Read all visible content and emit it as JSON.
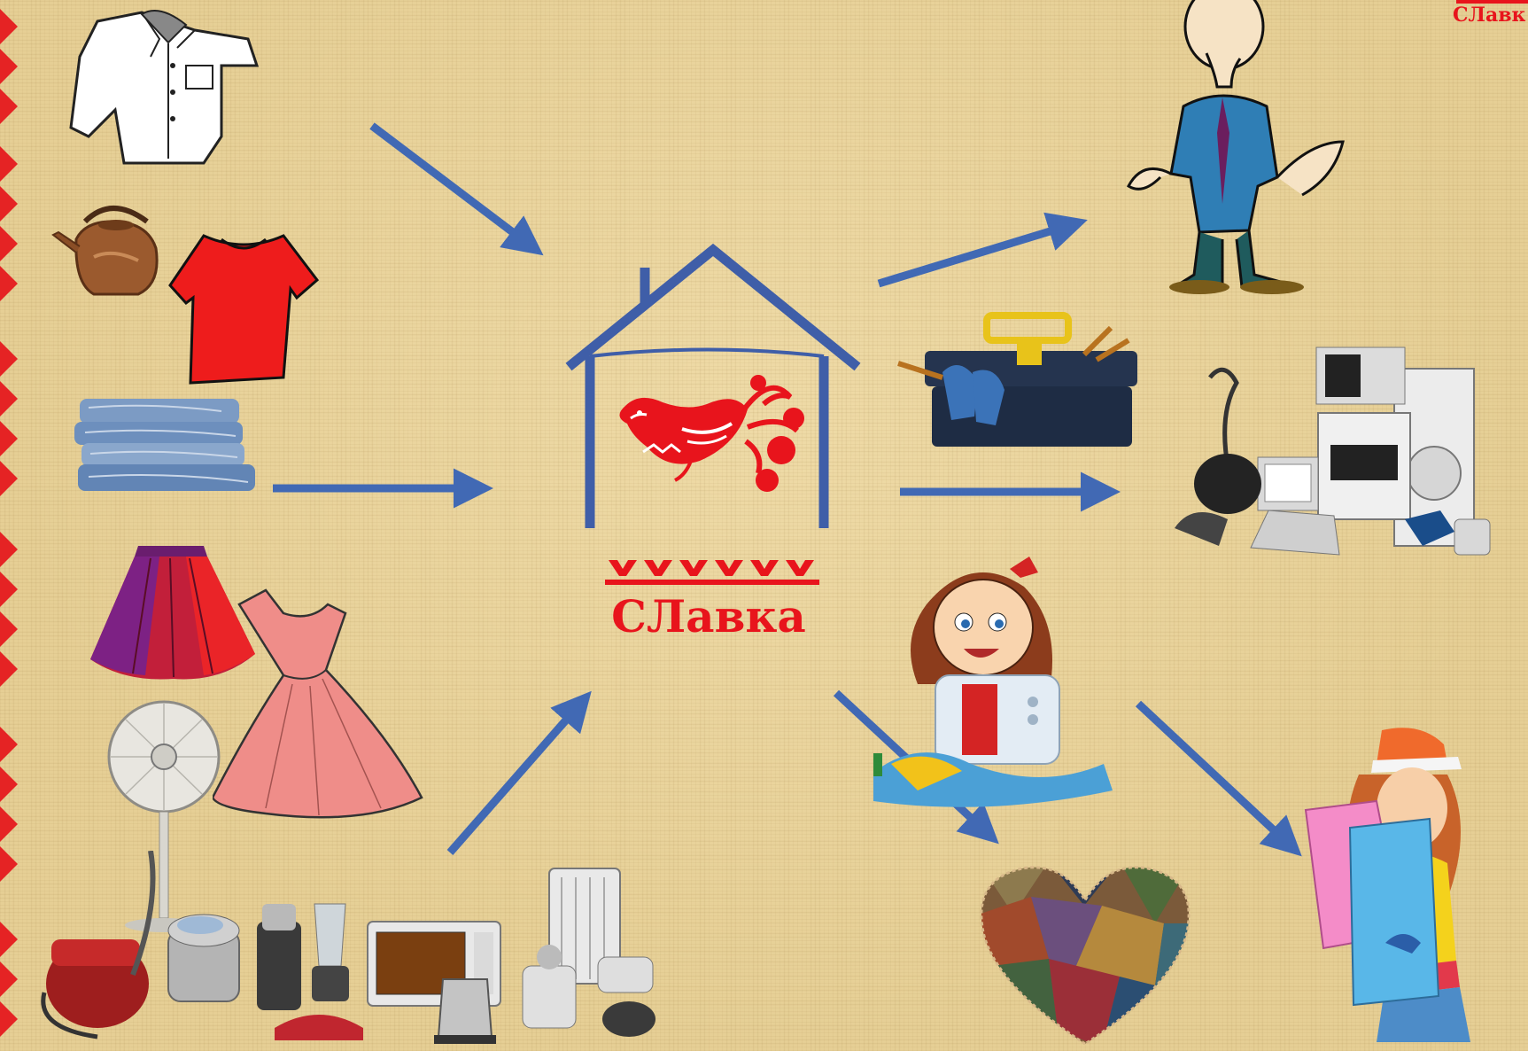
{
  "brand": {
    "name": "СЛавка",
    "corner_label": "СЛавк",
    "accent_color": "#e8141c",
    "arrow_color": "#4169b4",
    "house_color": "#3f5ea8"
  },
  "diagram": {
    "center": "shop-logo",
    "inputs": [
      "shirt",
      "kettle",
      "red-t-shirt",
      "jeans",
      "skirt",
      "pink-dress",
      "electric-fan",
      "home-appliances"
    ],
    "outputs": [
      "man-with-empty-pockets",
      "toolbox",
      "household-appliances",
      "girl-at-sewing-machine",
      "patchwork-heart",
      "girl-with-shopping-bags"
    ]
  }
}
